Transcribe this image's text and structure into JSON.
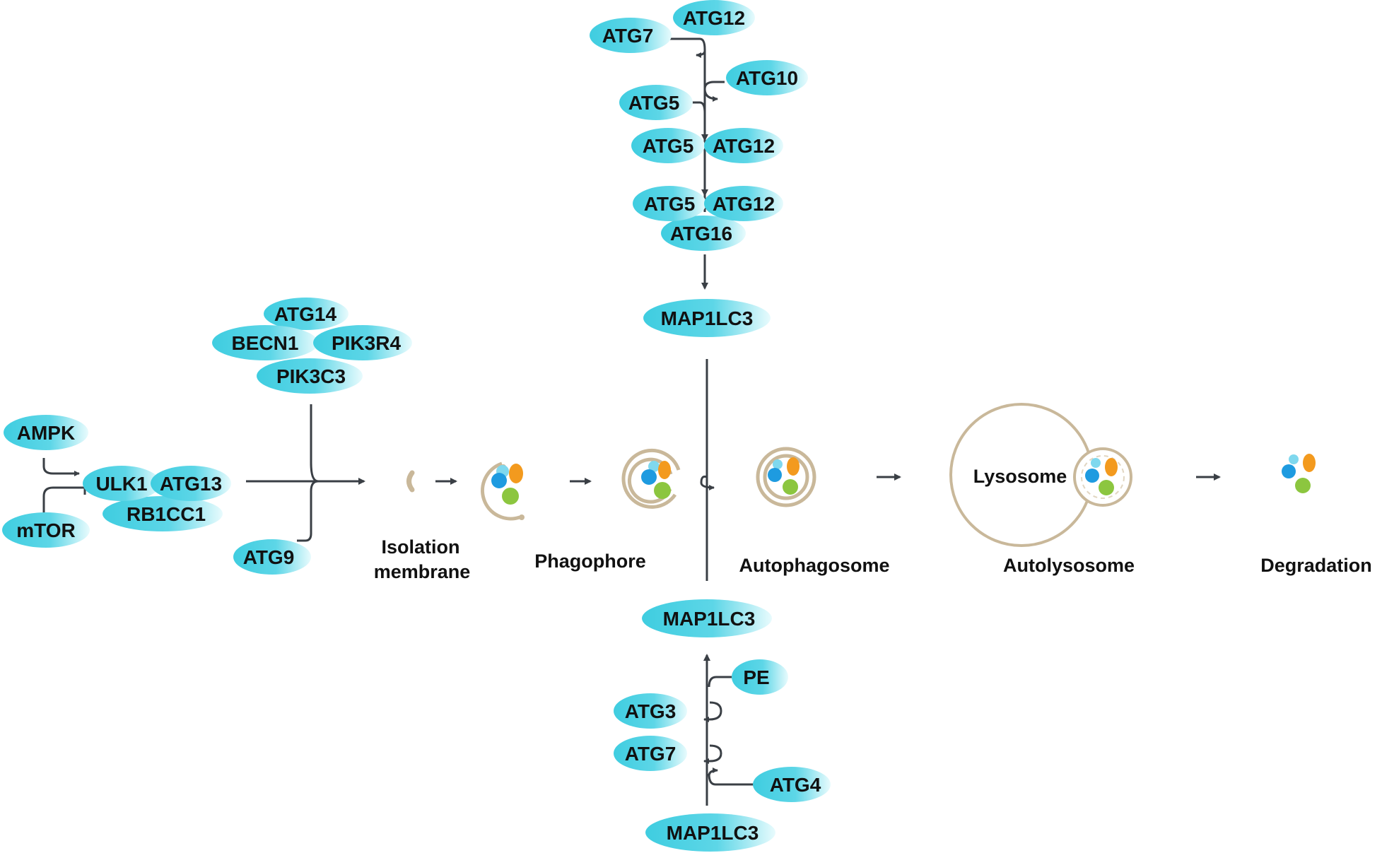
{
  "colors": {
    "pill": "#3fcde0",
    "pill_fade": "#e8fbfd",
    "line": "#3a3f45",
    "membrane": "#c9b89a",
    "cargo_blue": "#1e9be0",
    "cargo_light": "#7fd8ee",
    "cargo_green": "#8cc63f",
    "cargo_orange": "#f39a1e"
  },
  "proteins": {
    "atg12_top": "ATG12",
    "atg7_top": "ATG7",
    "atg10": "ATG10",
    "atg5_a": "ATG5",
    "atg5_b": "ATG5",
    "atg12_b": "ATG12",
    "atg5_c": "ATG5",
    "atg12_c": "ATG12",
    "atg16": "ATG16",
    "map1lc3_top": "MAP1LC3",
    "atg14": "ATG14",
    "becn1": "BECN1",
    "pik3r4": "PIK3R4",
    "pik3c3": "PIK3C3",
    "ampk": "AMPK",
    "ulk1": "ULK1",
    "atg13": "ATG13",
    "rb1cc1": "RB1CC1",
    "mtor": "mTOR",
    "atg9": "ATG9",
    "map1lc3_mid": "MAP1LC3",
    "pe": "PE",
    "atg3": "ATG3",
    "atg7_bottom": "ATG7",
    "atg4": "ATG4",
    "map1lc3_bottom": "MAP1LC3"
  },
  "stages": {
    "isolation_line1": "Isolation",
    "isolation_line2": "membrane",
    "phagophore": "Phagophore",
    "autophagosome": "Autophagosome",
    "lysosome": "Lysosome",
    "autolysosome": "Autolysosome",
    "degradation": "Degradation"
  }
}
